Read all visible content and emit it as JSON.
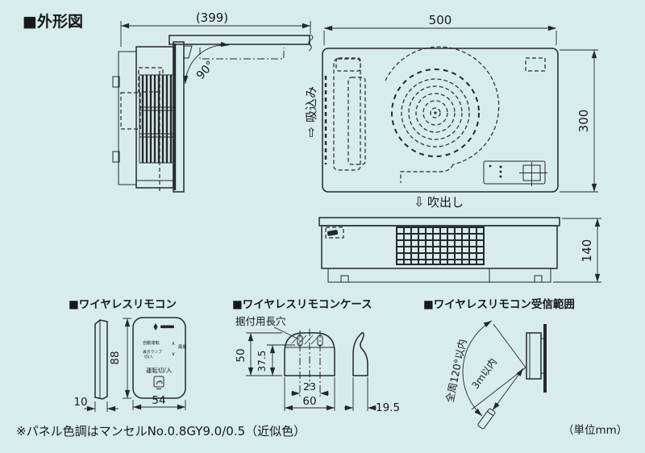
{
  "page": {
    "title": "■外形図",
    "note": "※パネル色調はマンセルNo.0.8GY9.0/0.5（近似色）",
    "unit_label": "（単位mm）"
  },
  "colors": {
    "background": "#d8ecee",
    "line": "#23282b"
  },
  "icons": {
    "up_arrow": "⇧",
    "down_arrow": "⇩"
  },
  "outline_views": {
    "side": {
      "depth_dim": "(399)",
      "open_angle": "90°",
      "intake_label": "吸込み"
    },
    "front": {
      "width_dim": "500",
      "height_dim": "300",
      "outlet_label": "吹出し"
    },
    "bottom": {
      "height_dim": "140"
    }
  },
  "remote": {
    "title": "■ワイヤレスリモコン",
    "dims": {
      "thickness": "10",
      "height": "88",
      "width": "54"
    },
    "buttons": {
      "auto": "自動運転",
      "fan_up": "∧",
      "fan": "風量",
      "fan_down": "∨",
      "lamp_line1": "表示ランプ",
      "lamp_line2": "切/入",
      "power": "運転切/入"
    }
  },
  "remote_case": {
    "title": "■ワイヤレスリモコンケース",
    "slot_label": "据付用長穴",
    "dims": {
      "height": "50",
      "inner_height": "37.5",
      "slot_pitch": "23",
      "width": "60",
      "depth": "19.5"
    }
  },
  "reception": {
    "title": "■ワイヤレスリモコン受信範囲",
    "angle_label": "全周120°以内",
    "distance_label": "3m以内"
  }
}
